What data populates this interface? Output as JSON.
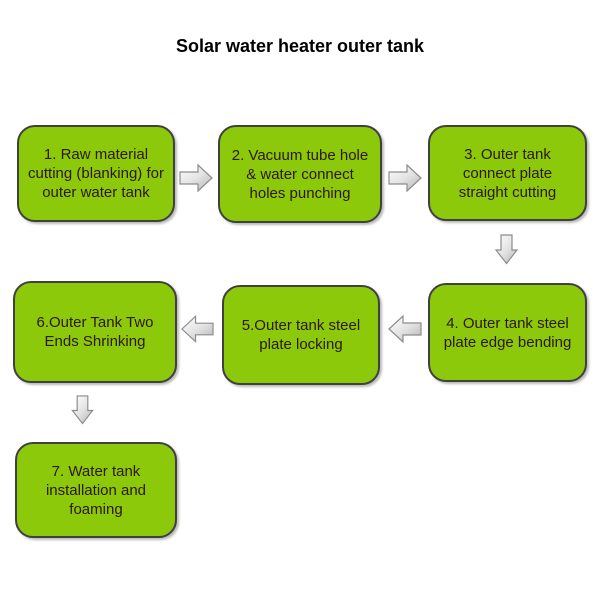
{
  "title": "Solar water heater outer tank",
  "steps": [
    {
      "id": 1,
      "label": "1. Raw material\ncutting (blanking) for\nouter water tank"
    },
    {
      "id": 2,
      "label": "2. Vacuum tube hole\n& water connect\nholes punching"
    },
    {
      "id": 3,
      "label": "3. Outer tank\nconnect plate\nstraight cutting"
    },
    {
      "id": 4,
      "label": "4. Outer tank steel\nplate edge bending"
    },
    {
      "id": 5,
      "label": "5.Outer tank steel\nplate locking"
    },
    {
      "id": 6,
      "label": "6.Outer Tank Two\nEnds Shrinking"
    },
    {
      "id": 7,
      "label": "7. Water tank\ninstallation and\nfoaming"
    }
  ],
  "flow": [
    {
      "from": 1,
      "to": 2,
      "direction": "right"
    },
    {
      "from": 2,
      "to": 3,
      "direction": "right"
    },
    {
      "from": 3,
      "to": 4,
      "direction": "down"
    },
    {
      "from": 4,
      "to": 5,
      "direction": "left"
    },
    {
      "from": 5,
      "to": 6,
      "direction": "left"
    },
    {
      "from": 6,
      "to": 7,
      "direction": "down"
    }
  ],
  "colors": {
    "box_fill": "#8DC90B",
    "box_border": "#404040",
    "box_text": "#2E1705",
    "title_text": "#000000",
    "arrow_fill_light": "#FEFEFE",
    "arrow_fill_dark": "#BBBBBB",
    "arrow_border": "#8C8C8C",
    "background": "#FFFFFF"
  }
}
